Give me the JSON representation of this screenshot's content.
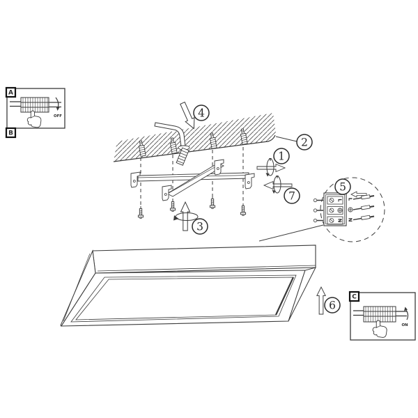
{
  "figure": {
    "title": "ceiling-light-installation-diagram",
    "background": "#ffffff",
    "line_color": "#3a3a3a"
  },
  "callouts": {
    "step1": "1",
    "step2": "2",
    "step3": "3",
    "step4": "4",
    "step5": "5",
    "step6": "6",
    "step7": "7"
  },
  "inset_panels": {
    "panel_a_label": "A",
    "panel_b_label": "B",
    "panel_c_label": "C",
    "power_off_label": "OFF",
    "power_on_label": "ON"
  },
  "wiring_detail": {
    "live_label": "L",
    "neutral_label": "N"
  },
  "icons": {
    "earth_icon": "earth-ground-symbol",
    "hand_icon": "pointing-hand",
    "rotation_icon": "screw-rotation-ellipse",
    "direction_arrow_icon": "hollow-direction-arrow"
  }
}
